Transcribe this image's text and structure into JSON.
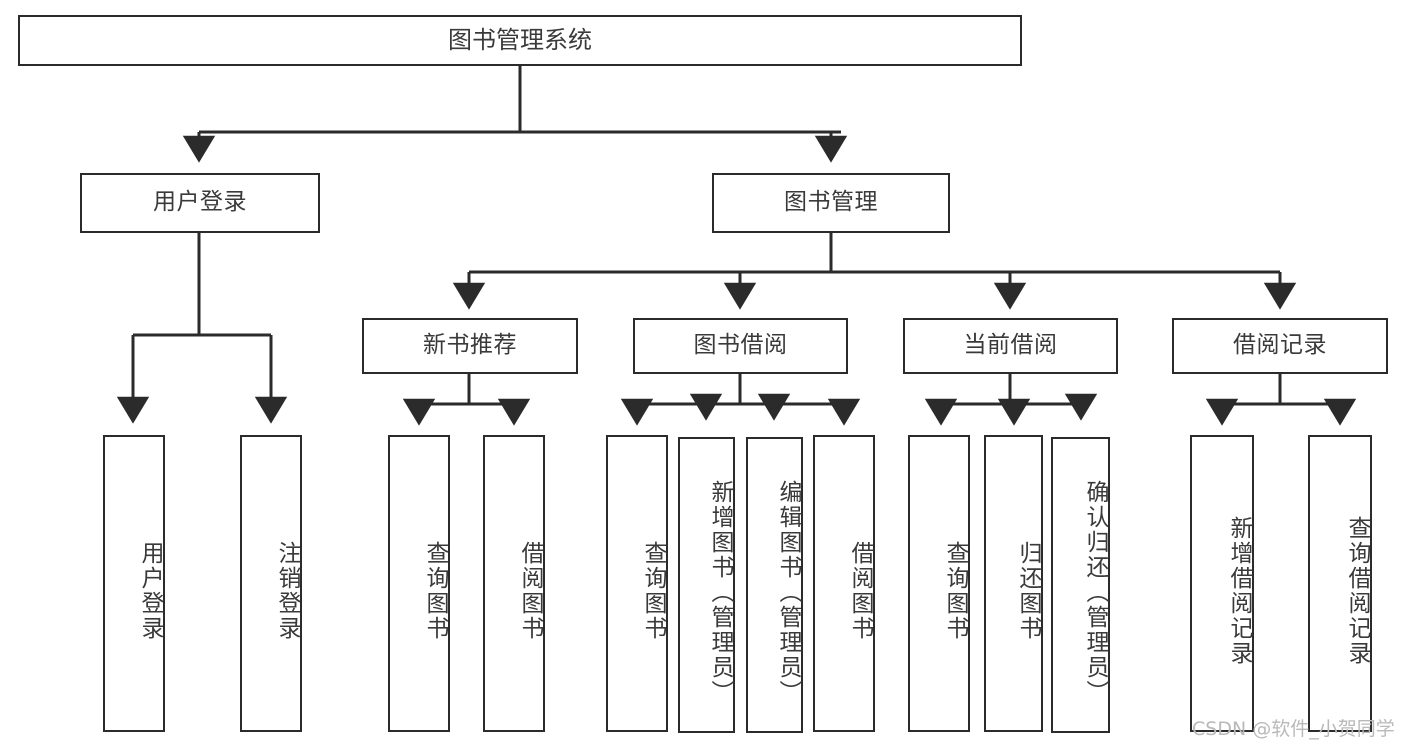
{
  "diagram": {
    "title": "图书管理系统",
    "type": "功能结构图",
    "line_color": "#2b2b2b",
    "text_color": "#3a3a3a",
    "background": "#ffffff"
  },
  "root": {
    "label": "图书管理系统"
  },
  "level2": [
    {
      "id": "user-login",
      "label": "用户登录"
    },
    {
      "id": "book-management",
      "label": "图书管理"
    }
  ],
  "level3": [
    {
      "id": "new-book-recommend",
      "label": "新书推荐"
    },
    {
      "id": "book-borrow",
      "label": "图书借阅"
    },
    {
      "id": "current-borrow",
      "label": "当前借阅"
    },
    {
      "id": "borrow-record",
      "label": "借阅记录"
    }
  ],
  "leaves": {
    "user_login": [
      {
        "id": "leaf-user-login",
        "label": "用户登录"
      },
      {
        "id": "leaf-logout-login",
        "label": "注销登录"
      }
    ],
    "new_book_recommend": [
      {
        "id": "leaf-query-book-1",
        "label": "查询图书"
      },
      {
        "id": "leaf-borrow-book-1",
        "label": "借阅图书"
      }
    ],
    "book_borrow": [
      {
        "id": "leaf-query-book-2",
        "label": "查询图书"
      },
      {
        "id": "leaf-add-book",
        "label": "新增图书（管理员）"
      },
      {
        "id": "leaf-edit-book",
        "label": "编辑图书（管理员）"
      },
      {
        "id": "leaf-borrow-book-2",
        "label": "借阅图书"
      }
    ],
    "current_borrow": [
      {
        "id": "leaf-query-book-3",
        "label": "查询图书"
      },
      {
        "id": "leaf-return-book",
        "label": "归还图书"
      },
      {
        "id": "leaf-confirm-return",
        "label": "确认归还（管理员）"
      }
    ],
    "borrow_record": [
      {
        "id": "leaf-add-record",
        "label": "新增借阅记录"
      },
      {
        "id": "leaf-query-record",
        "label": "查询借阅记录"
      }
    ]
  },
  "watermark": {
    "text": "CSDN @软件_小贺同学"
  }
}
